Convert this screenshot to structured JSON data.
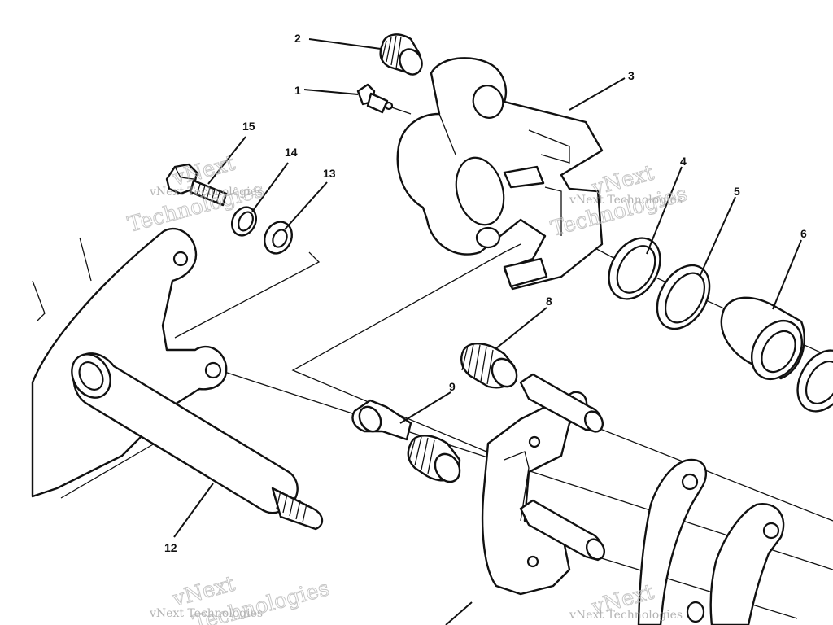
{
  "callouts": [
    {
      "id": "1",
      "label": "1"
    },
    {
      "id": "2",
      "label": "2"
    },
    {
      "id": "3",
      "label": "3"
    },
    {
      "id": "4",
      "label": "4"
    },
    {
      "id": "5",
      "label": "5"
    },
    {
      "id": "6",
      "label": "6"
    },
    {
      "id": "8",
      "label": "8"
    },
    {
      "id": "9",
      "label": "9"
    },
    {
      "id": "12",
      "label": "12"
    },
    {
      "id": "13",
      "label": "13"
    },
    {
      "id": "14",
      "label": "14"
    },
    {
      "id": "15",
      "label": "15"
    }
  ],
  "watermark": {
    "line1": "vNext",
    "line2": "Technologies",
    "small": "vNext Technologies"
  }
}
